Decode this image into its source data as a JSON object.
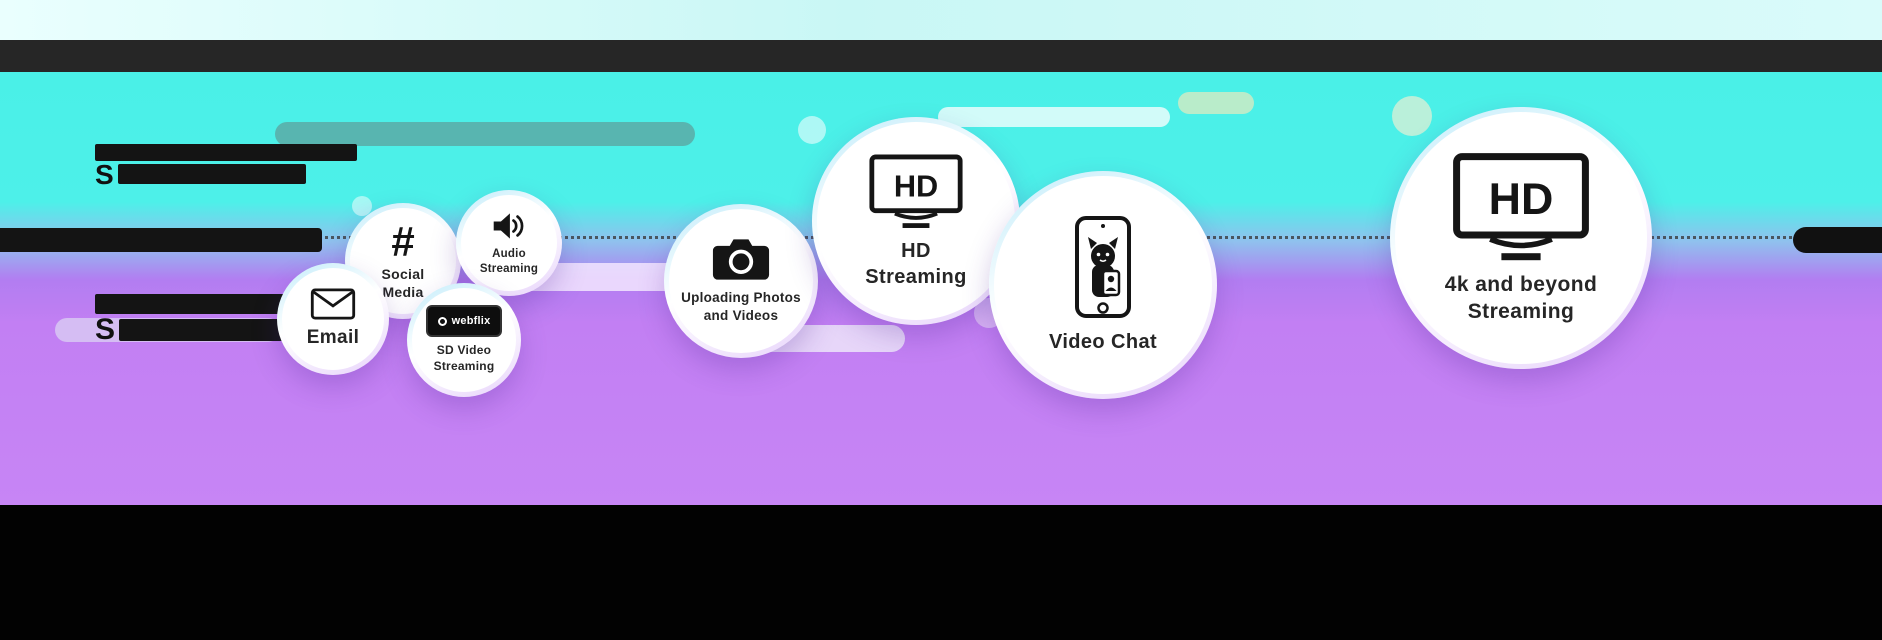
{
  "colors": {
    "background_cyan": "#4df0e9",
    "background_purple": "#c785f5",
    "header_bar": "#262626",
    "footer_bar": "#020202",
    "teal_pill": "#58b5b0",
    "lavender_pill": "#d5bdf3",
    "bubble_fill": "#ffffff",
    "redaction_black": "#141414"
  },
  "redacted": {
    "line2_prefix": "S",
    "line4_prefix": "S"
  },
  "icons": {
    "hashtag_glyph": "#",
    "webflix_text": "webflix",
    "tv_text": "HD"
  },
  "bubbles": [
    {
      "name": "email",
      "label_lines": [
        "Email"
      ],
      "icon": "envelope-icon"
    },
    {
      "name": "social-media",
      "label_lines": [
        "Social",
        "Media"
      ],
      "icon": "hashtag-icon"
    },
    {
      "name": "audio-streaming",
      "label_lines": [
        "Audio",
        "Streaming"
      ],
      "icon": "speaker-icon"
    },
    {
      "name": "sd-video-streaming",
      "label_lines": [
        "SD Video",
        "Streaming"
      ],
      "icon": "webflix-icon"
    },
    {
      "name": "uploading-photos-and-videos",
      "label_lines": [
        "Uploading Photos",
        "and Videos"
      ],
      "icon": "camera-icon"
    },
    {
      "name": "hd-streaming",
      "label_lines": [
        "HD",
        "Streaming"
      ],
      "icon": "tv-hd-icon"
    },
    {
      "name": "video-chat",
      "label_lines": [
        "Video Chat"
      ],
      "icon": "video-chat-phone-icon"
    },
    {
      "name": "4k-and-beyond-streaming",
      "label_lines": [
        "4k and beyond",
        "Streaming"
      ],
      "icon": "tv-hd-icon"
    }
  ]
}
